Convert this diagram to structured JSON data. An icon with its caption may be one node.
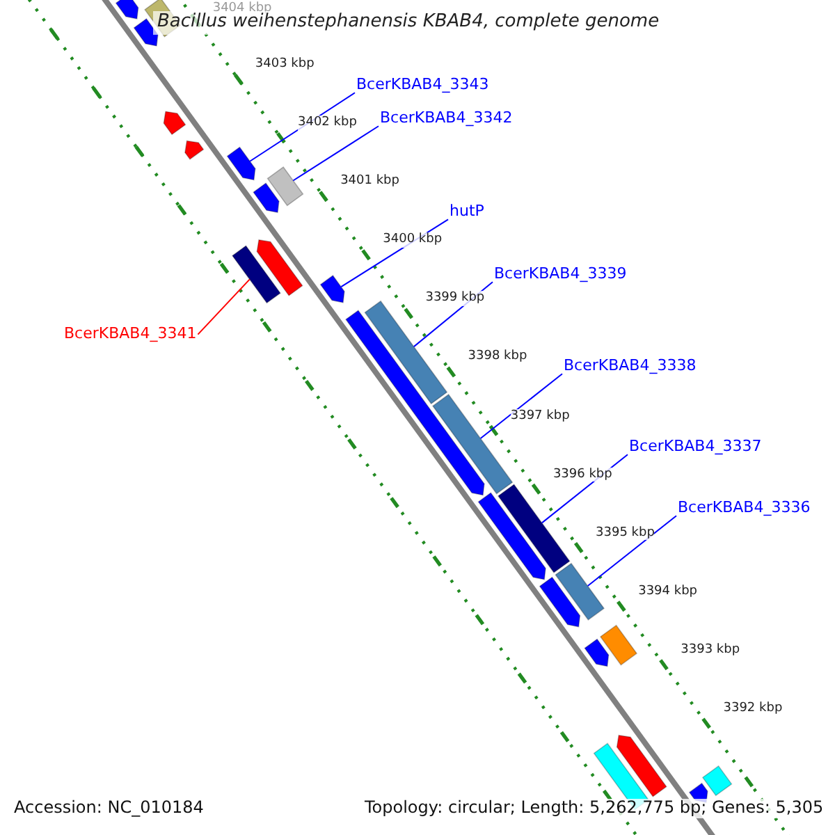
{
  "diagram": {
    "title": "Bacillus weihenstephanensis KBAB4, complete genome",
    "nodes": [
      {
        "text": [
          "BcerKBAB4_3343"
        ]
      },
      {
        "text": [
          "BcerKBAB4_3342"
        ]
      },
      {
        "text": [
          "hutP"
        ]
      },
      {
        "text": [
          "BcerKBAB4_3339"
        ]
      },
      {
        "text": [
          "BcerKBAB4_3341"
        ]
      },
      {
        "text": [
          "BcerKBAB4_3338"
        ]
      },
      {
        "text": [
          "BcerKBAB4_3337"
        ]
      },
      {
        "text": [
          "BcerKBAB4_3336"
        ]
      },
      {
        "text": [],
        "shape": "pentagon"
      },
      {
        "text": [],
        "shape": "bar"
      },
      {
        "text": [],
        "shape": "pentagon"
      },
      {
        "text": [],
        "shape": "pentagon"
      },
      {
        "text": [],
        "shape": "pentagon"
      },
      {
        "text": [],
        "shape": "pentagon"
      },
      {
        "text": [],
        "shape": "bar"
      },
      {
        "text": [],
        "shape": "pentagon"
      },
      {
        "text": [],
        "shape": "bar"
      },
      {
        "text": [],
        "shape": "pentagon"
      },
      {
        "text": [],
        "shape": "pentagon"
      },
      {
        "text": [],
        "shape": "pentagon"
      },
      {
        "text": [],
        "shape": "bar"
      },
      {
        "text": [],
        "shape": "bar"
      },
      {
        "text": [],
        "shape": "pentagon"
      },
      {
        "text": [],
        "shape": "bar"
      },
      {
        "text": [],
        "shape": "pentagon"
      },
      {
        "text": [],
        "shape": "bar"
      },
      {
        "text": [],
        "shape": "pentagon"
      },
      {
        "text": [],
        "shape": "bar"
      },
      {
        "text": [],
        "shape": "pentagon"
      },
      {
        "text": [],
        "shape": "bar"
      },
      {
        "text": [],
        "shape": "bar"
      },
      {
        "text": [],
        "shape": "pentagon"
      }
    ],
    "edges": [
      {
        "from": 0,
        "to": 13,
        "arrow": "none"
      },
      {
        "from": 1,
        "to": 14,
        "arrow": "none"
      },
      {
        "from": 2,
        "to": 18,
        "arrow": "none"
      },
      {
        "from": 3,
        "to": 20,
        "arrow": "none"
      },
      {
        "from": 4,
        "to": 16,
        "arrow": "none",
        "color": "#ff0000"
      },
      {
        "from": 5,
        "to": 21,
        "arrow": "none"
      },
      {
        "from": 6,
        "to": 23,
        "arrow": "none"
      },
      {
        "from": 7,
        "to": 25,
        "arrow": "none"
      }
    ],
    "labels": [
      "3404 kbp",
      "3403 kbp",
      "3402 kbp",
      "3401 kbp",
      "3400 kbp",
      "3399 kbp",
      "3398 kbp",
      "3397 kbp",
      "3396 kbp",
      "3395 kbp",
      "3394 kbp",
      "3393 kbp",
      "3392 kbp",
      "Accession: NC_010184",
      "Topology: circular; Length: 5,262,775 bp; Genes: 5,305"
    ]
  }
}
